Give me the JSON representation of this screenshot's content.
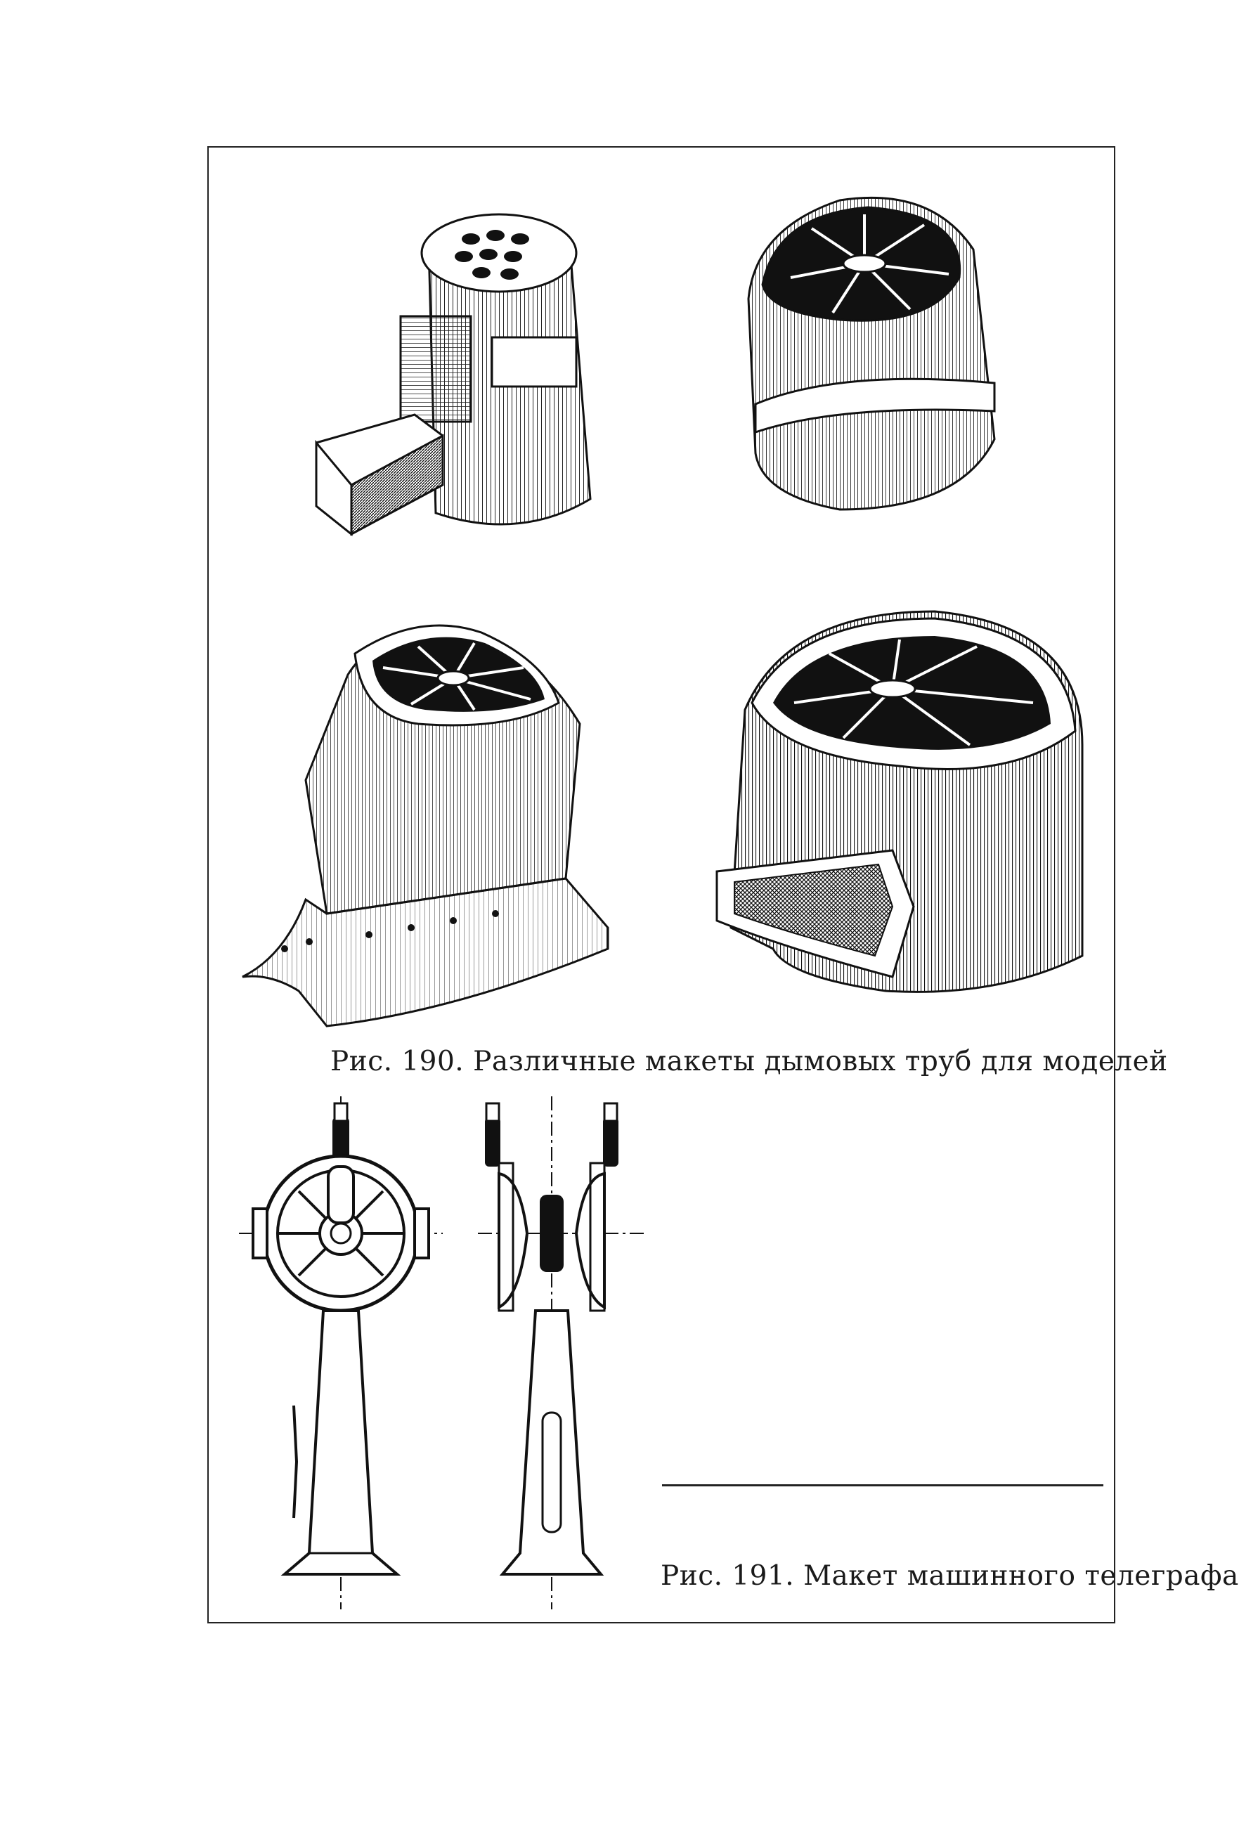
{
  "figures": {
    "fig190": {
      "caption": "Рис. 190. Различные макеты дымовых труб для моделей",
      "items": [
        "funnel-cylindrical-with-holes",
        "funnel-oval-grilled-top",
        "funnel-raked-with-base",
        "funnel-oval-wide-with-vent"
      ]
    },
    "fig191": {
      "caption": "Рис. 191. Макет машинного телеграфа"
    }
  }
}
